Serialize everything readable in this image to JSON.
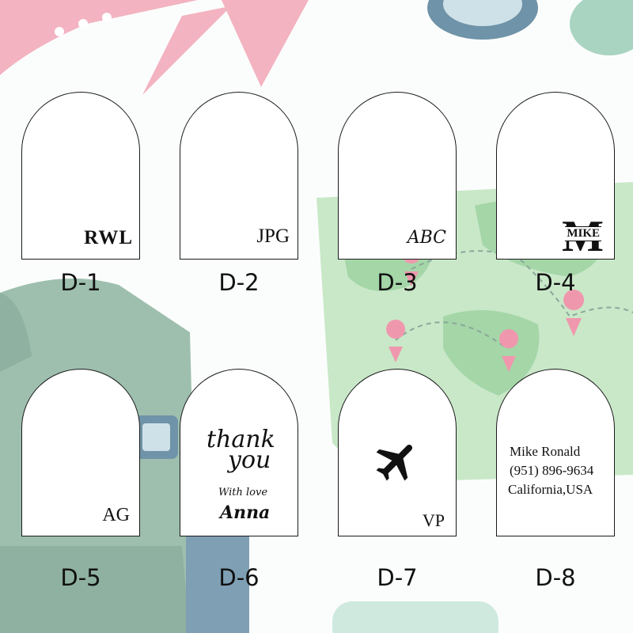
{
  "designs": [
    {
      "code": "D-1",
      "text": "RWL"
    },
    {
      "code": "D-2",
      "text": "JPG"
    },
    {
      "code": "D-3",
      "text": "ABC"
    },
    {
      "code": "D-4",
      "text": "MIKE",
      "letter": "M"
    },
    {
      "code": "D-5",
      "text": "AG"
    },
    {
      "code": "D-6",
      "line1": "thank",
      "line2": "you",
      "line3": "With love",
      "line4": "Anna"
    },
    {
      "code": "D-7",
      "text": "VP",
      "icon": "airplane-icon"
    },
    {
      "code": "D-8",
      "line1": "Mike Ronald",
      "line2": "(951) 896-9634",
      "line3": "California,USA"
    }
  ],
  "colors": {
    "pink": "#f0a7b6",
    "green": "#9ebfae",
    "lightgreen": "#c9e8c8",
    "blue": "#6f93a8"
  }
}
